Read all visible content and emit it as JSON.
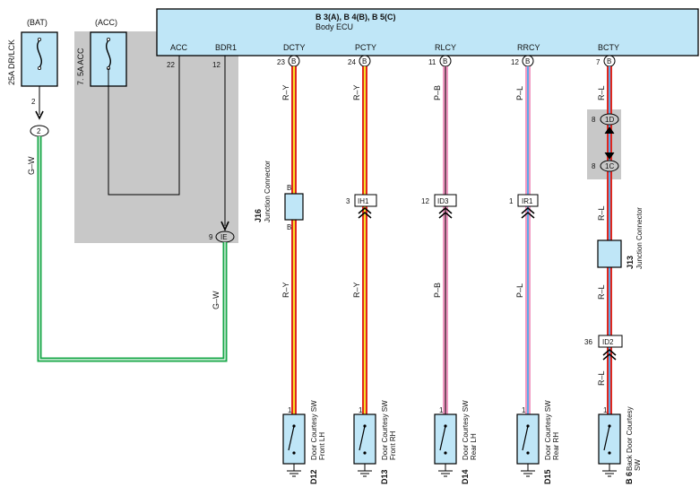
{
  "ecu": {
    "code": "B 3(A), B 4(B), B 5(C)",
    "name": "Body ECU",
    "terminals": [
      {
        "name": "ACC",
        "pin": "22",
        "connector": ""
      },
      {
        "name": "BDR1",
        "pin": "12",
        "connector": ""
      },
      {
        "name": "DCTY",
        "pin": "23",
        "connector": "B"
      },
      {
        "name": "PCTY",
        "pin": "24",
        "connector": "B"
      },
      {
        "name": "RLCY",
        "pin": "11",
        "connector": "B"
      },
      {
        "name": "RRCY",
        "pin": "12",
        "connector": "B"
      },
      {
        "name": "BCTY",
        "pin": "7",
        "connector": "B"
      }
    ]
  },
  "fuses": [
    {
      "bus": "(BAT)",
      "label": "25A DR/LCK",
      "pin": "2"
    },
    {
      "bus": "(ACC)",
      "label": "7. 5A ACC"
    }
  ],
  "connectors": {
    "bat_junction": "2",
    "ie": {
      "id": "IE",
      "pin": "9"
    },
    "ih1": {
      "id": "IH1",
      "pin": "3"
    },
    "id3": {
      "id": "ID3",
      "pin": "12"
    },
    "ir1": {
      "id": "IR1",
      "pin": "1"
    },
    "d1": {
      "id": "1D",
      "pin": "8"
    },
    "c1": {
      "id": "1C",
      "pin": "8"
    },
    "id2": {
      "id": "ID2",
      "pin": "36"
    }
  },
  "junctions": [
    {
      "code": "J16",
      "name": "Junction Connector",
      "pin_top": "B",
      "pin_bottom": "B"
    },
    {
      "code": "J13",
      "name": "Junction Connector"
    }
  ],
  "wires": {
    "gw": "G–W",
    "dcty": "R–Y",
    "pcty": "R–Y",
    "rlcy": "P–B",
    "rrcy": "P–L",
    "bcty": "R–L"
  },
  "switches": [
    {
      "code": "D12",
      "name_line1": "Door Courtesy SW",
      "name_line2": "Front LH",
      "pin": "1"
    },
    {
      "code": "D13",
      "name_line1": "Door Courtesy SW",
      "name_line2": "Front RH",
      "pin": "1"
    },
    {
      "code": "D14",
      "name_line1": "Door Courtesy SW",
      "name_line2": "Rear LH",
      "pin": "1"
    },
    {
      "code": "D15",
      "name_line1": "Door Courtesy SW",
      "name_line2": "Rear RH",
      "pin": "1"
    },
    {
      "code": "B 6",
      "name_line1": "Back Door Courtesy",
      "name_line2": "SW",
      "pin": "1"
    }
  ],
  "colors": {
    "ecu_fill": "#bfe6f7",
    "shade": "#c8c8c8",
    "red": "#e0281e",
    "yellow": "#f5e12a",
    "pink": "#f19ac3",
    "blue": "#5fa8e8",
    "green": "#1aa84a"
  }
}
